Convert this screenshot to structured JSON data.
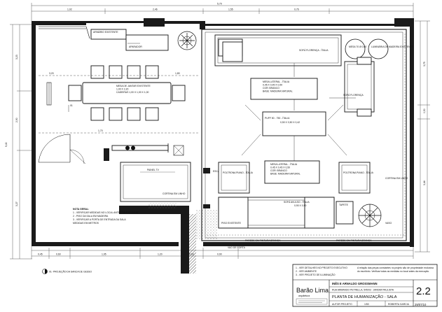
{
  "sheet": {
    "number": "2.2",
    "date": "29/07/10",
    "client": "INÊS E ARNALDO GROSSMANN",
    "address_line": "RUA ARMANDO PETRELLA, 545/03 - JARDIM PAULISTA",
    "drawing_title": "PLANTA DE HUMANIZAÇÃO - SALA",
    "field_projeto": "AUTOR PROJETO",
    "field_escala": "1/50",
    "field_resp": "ROBERTA GARCIA",
    "office_name": "Barão Lima",
    "office_sub": "arquitetura"
  },
  "labels": {
    "sofa_florenca": "SOFÁ FLORENÇA - ÍTALIA",
    "sofa_florenca_short": "SOFÁ FLORENÇA",
    "mesa_apoio": "MESA 70 Ø 0,60",
    "luminaria": "LUMINÁRIA DE MADEIRA EXISTENTE",
    "mesa_lateral_top": "MESA LATERAL - ÍTALIA",
    "mesa_lateral_dims": "0,45 X 0,45 X 0,50",
    "mesa_lateral_cor": "COR: BRANCO",
    "mesa_lateral_base": "BASE: MADEIRA NATURAL",
    "puff": "PUFF 50 - 750 - ÍTALIA",
    "puff_dims": "0,50 X 0,50 X 0,42",
    "mesa_lateral_bottom": "MESA LATERAL - ÍTALIA",
    "mesa_lateral_b_dims": "0,45 X 0,45 X 0,50",
    "mesa_lateral_b_cor": "COR: BRANCO",
    "mesa_lateral_b_base": "BASE: MADEIRA NATURAL",
    "poltrona_left": "POLTRONA PIANO - ÍTALIA",
    "poltrona_right": "POLTRONA PIANO - ÍTALIA",
    "sofa_avulso": "SOFÁ AVULSO - ÍTALIA",
    "sofa_avulso_dims": "0,90 X 0,90",
    "mesa_jantar": "MESA DE JANTAR EXISTENTE",
    "mesa_jantar_dims": "1,00 X 2,20",
    "cadeiras": "CADEIRAS 1,00 X 1,00 X 1,00",
    "armario": "ARMÁRIO EXISTENTE",
    "aparador": "APARADOR",
    "painel_tv": "PAINEL TV",
    "piso": "PISO EXISTENTE",
    "tapete": "TAPETE",
    "cortina_l": "CORTINA EM LINHO",
    "cortina_r": "CORTINA EM LINHO",
    "escada": "ESCADA",
    "vaso": "VASO",
    "nota_geral": "NOTA GERAL:",
    "nota_1": "1 - VERIFICAR MEDIDAS NO LOCAL ANTES DA EXECUÇÃO",
    "nota_2": "2 - PISO DA SALA EM MADEIRA",
    "nota_3": "3 - VERIFICAR A PORTA DE ENTRADA DA SALA",
    "nota_4": "MEDIDAS EM METROS",
    "marker_note": "01- PROJEÇÃO DA SANCA DE GESSO",
    "stamp_note_1": "A relação das peças constantes no projeto são de propriedade exclusiva",
    "stamp_note_2": "do escritório. Verificar todas as medidas no local antes da execução.",
    "legend_1": "1 - VER DETALHES NO PROJETO EXECUTIVO",
    "legend_2": "2 - VER AMBIENTE",
    "legend_3": "3 - VER PROJETO DE ILUMINAÇÃO",
    "bottom_dim_label": "VAO DE PORTA",
    "revestimento_l": "PAREDE EM PINTURA BRANCA",
    "revestimento_r": "PAREDE EM PINTURA BRANCA",
    "ref_01": "01"
  },
  "dimensions": {
    "top_total": "5,79",
    "top_a": "1,02",
    "top_b": "2,46",
    "top_c": "1,55",
    "top_d": "0,76",
    "left_total": "9,40",
    "left_a": "3,23",
    "left_b": "2,90",
    "left_c": "3,27",
    "mid_a": "3,20",
    "mid_b": "1,70",
    "mid_c": "1,80",
    "bot_a": "0,45",
    "bot_b": "0,60",
    "bot_c": "1,95",
    "bot_d": "1,20",
    "bot_e": "0,60",
    "bot_f": "0,90",
    "right_a": "3,75",
    "right_b": "0,50",
    "right_c": "3,44"
  }
}
